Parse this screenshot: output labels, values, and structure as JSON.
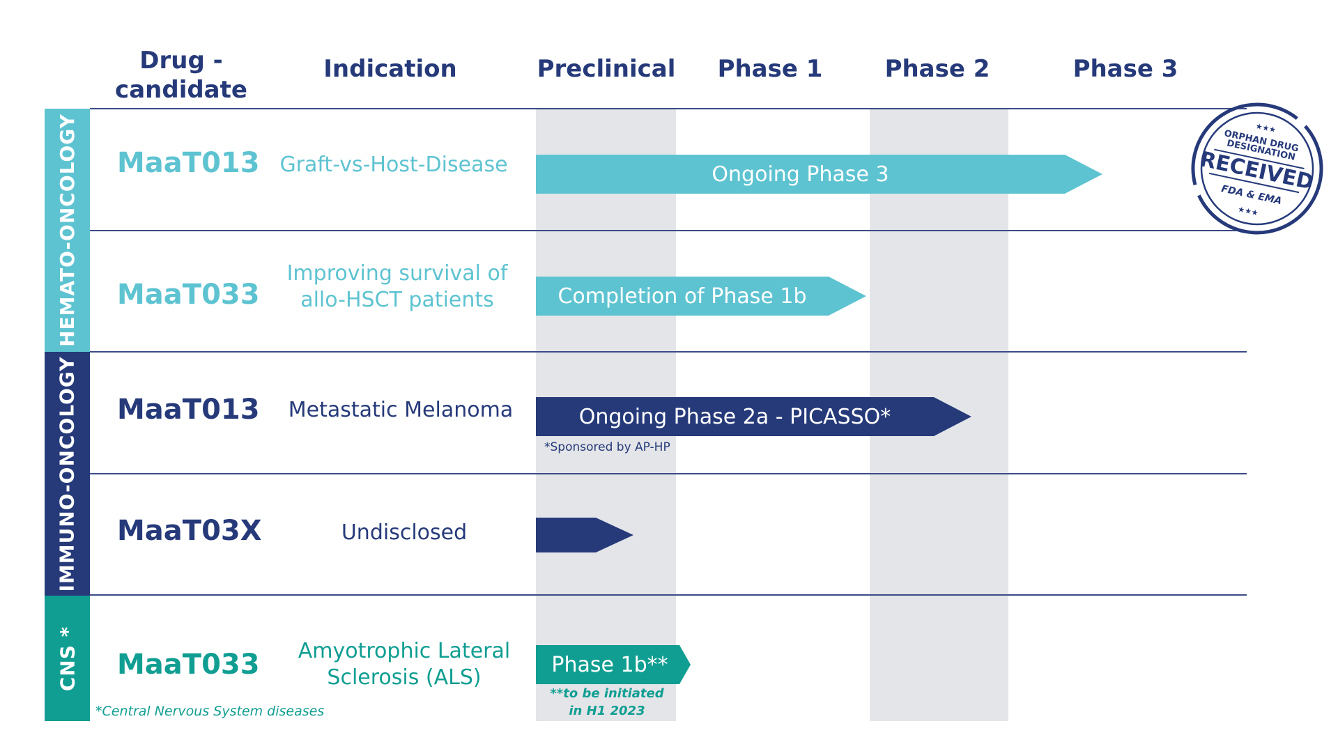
{
  "colors": {
    "navy": "#263a7a",
    "teal_light": "#5ec3d1",
    "teal_dark": "#109e92",
    "shade": "#e3e5e8"
  },
  "header": {
    "drug_candidate": "Drug -\ncandidate",
    "indication": "Indication",
    "stages": [
      "Preclinical",
      "Phase 1",
      "Phase 2",
      "Phase 3"
    ]
  },
  "categories": [
    {
      "label": "HEMATO-ONCOLOGY"
    },
    {
      "label": "IMMUNO-ONCOLOGY"
    },
    {
      "label": "CNS *"
    }
  ],
  "rows": [
    {
      "drug": "MaaT013",
      "indication": "Graft-vs-Host-Disease",
      "bar_label": "Ongoing Phase 3",
      "progress_stage": "Phase 3"
    },
    {
      "drug": "MaaT033",
      "indication": "Improving survival of\nallo-HSCT patients",
      "bar_label": "Completion of Phase 1b",
      "progress_stage": "Phase 1"
    },
    {
      "drug": "MaaT013",
      "indication": "Metastatic Melanoma",
      "bar_label": "Ongoing Phase 2a - PICASSO*",
      "note": "*Sponsored by AP-HP",
      "progress_stage": "Phase 2"
    },
    {
      "drug": "MaaT03X",
      "indication": "Undisclosed",
      "bar_label": "",
      "progress_stage": "Preclinical"
    },
    {
      "drug": "MaaT033",
      "indication": "Amyotrophic Lateral\nSclerosis (ALS)",
      "bar_label": "Phase 1b**",
      "note": "**to be initiated\nin H1 2023",
      "progress_stage": "Phase 1"
    }
  ],
  "footnote": "*Central Nervous System diseases",
  "stamp": {
    "top": "ORPHAN DRUG\nDESIGNATION",
    "main": "RECEIVED",
    "bottom": "FDA & EMA",
    "stars": "★★★"
  }
}
